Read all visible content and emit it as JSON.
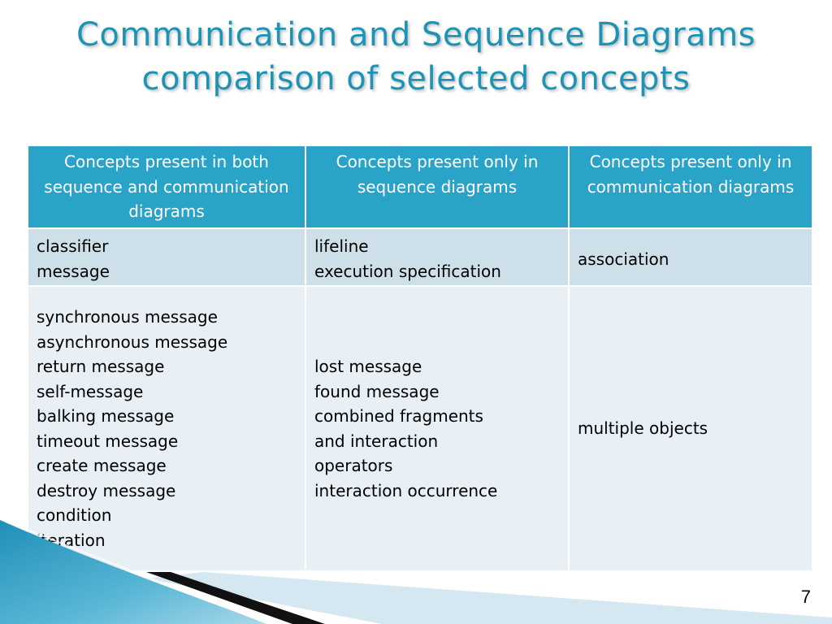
{
  "title": {
    "line1": "Communication and Sequence Diagrams",
    "line2": "comparison of selected concepts"
  },
  "table": {
    "headers": [
      "Concepts present in both sequence and communication diagrams",
      "Concepts present only in sequence diagrams",
      "Concepts present only in communication diagrams"
    ],
    "rows": [
      [
        [
          "classifier",
          "message"
        ],
        [
          "lifeline",
          "execution specification"
        ],
        [
          "association"
        ]
      ],
      [
        [
          "synchronous message",
          "asynchronous message",
          "return message",
          "self-message",
          "balking message",
          "timeout message",
          "create message",
          "destroy message",
          "condition",
          "iteration"
        ],
        [
          "lost message",
          "found message",
          "combined fragments",
          "and interaction",
          "operators",
          "interaction occurrence"
        ],
        [
          "multiple objects"
        ]
      ]
    ]
  },
  "page_number": "7",
  "colors": {
    "title": "#1d93b5",
    "header_bg": "#2aa3c8",
    "row1_bg": "#cde0ea",
    "row2_bg": "#e8f0f5"
  }
}
